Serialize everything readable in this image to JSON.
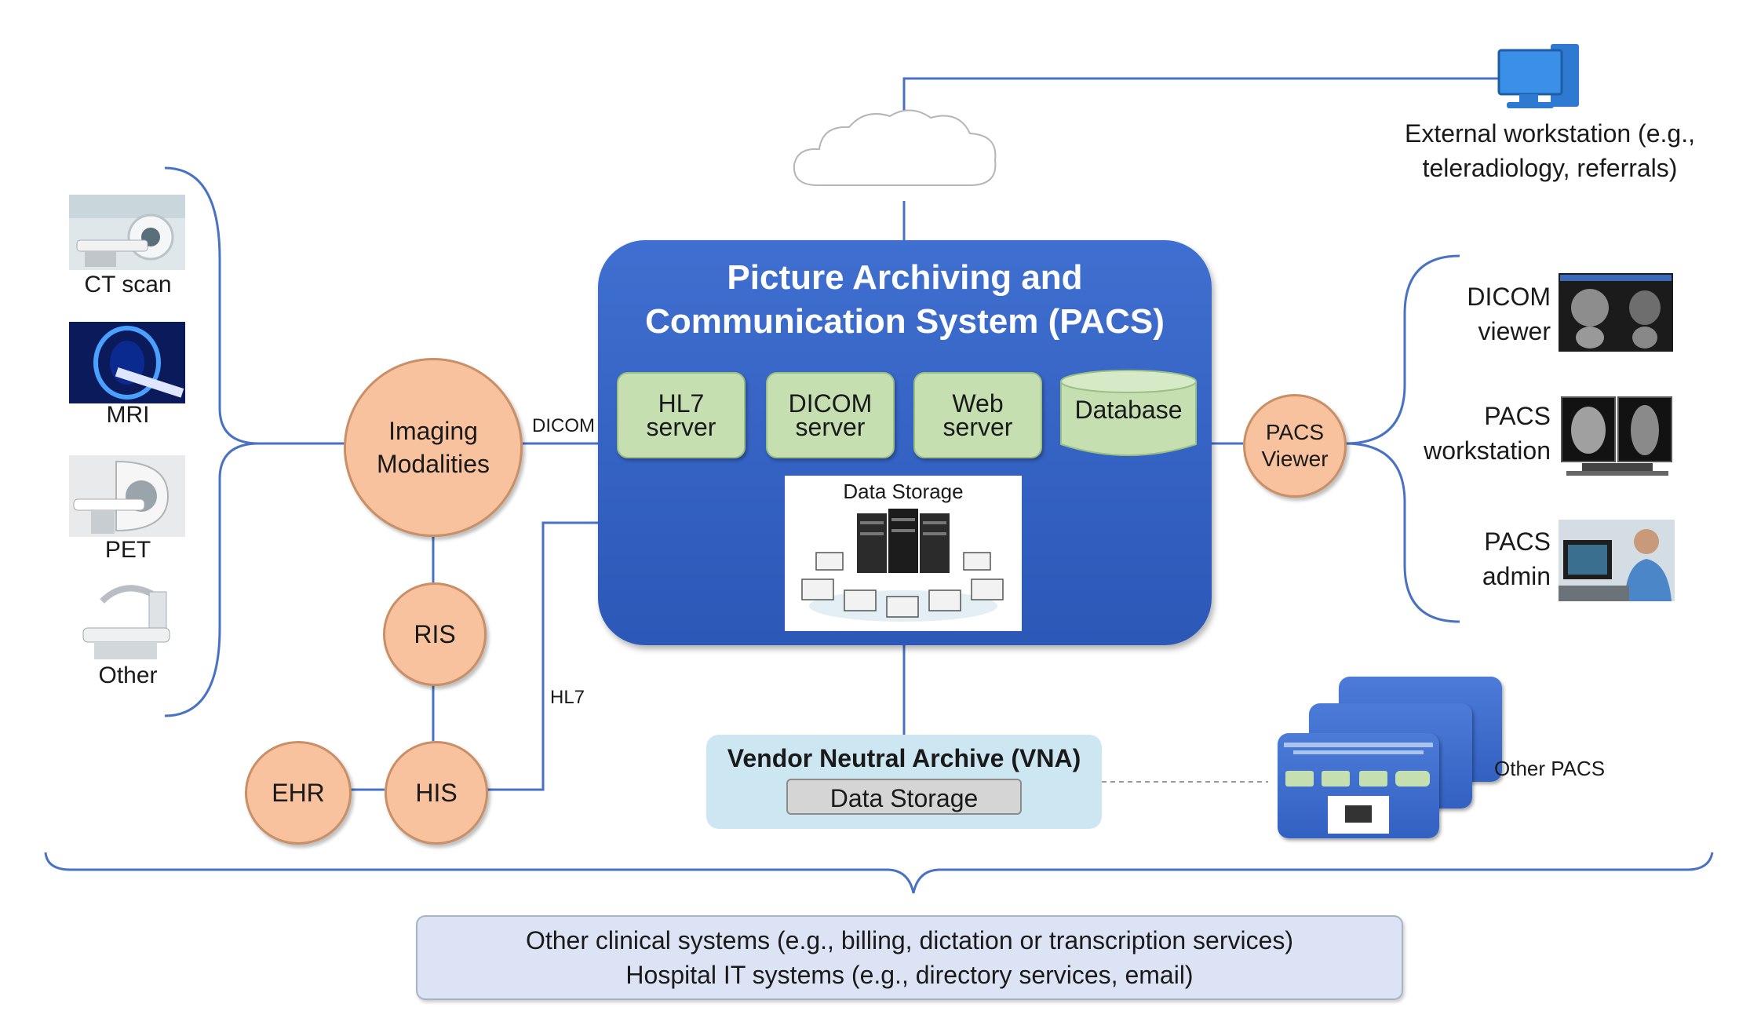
{
  "pacs": {
    "title_line1": "Picture Archiving and",
    "title_line2": "Communication System (PACS)",
    "hl7_server_l1": "HL7",
    "hl7_server_l2": "server",
    "dicom_server_l1": "DICOM",
    "dicom_server_l2": "server",
    "web_server_l1": "Web",
    "web_server_l2": "server",
    "database": "Database",
    "data_storage": "Data Storage"
  },
  "modalities": {
    "ct": "CT scan",
    "mri": "MRI",
    "pet": "PET",
    "other": "Other"
  },
  "nodes": {
    "imaging_l1": "Imaging",
    "imaging_l2": "Modalities",
    "ris": "RIS",
    "his": "HIS",
    "ehr": "EHR",
    "pacs_viewer_l1": "PACS",
    "pacs_viewer_l2": "Viewer"
  },
  "connections": {
    "dicom": "DICOM",
    "hl7": "HL7"
  },
  "external": {
    "line1": "External workstation (e.g.,",
    "line2": "teleradiology, referrals)"
  },
  "viewers": {
    "dicom_l1": "DICOM",
    "dicom_l2": "viewer",
    "workstation_l1": "PACS",
    "workstation_l2": "workstation",
    "admin_l1": "PACS",
    "admin_l2": "admin"
  },
  "vna": {
    "title": "Vendor Neutral Archive (VNA)",
    "storage": "Data Storage"
  },
  "other_pacs": "Other PACS",
  "bottom": {
    "line1": "Other clinical systems (e.g., billing, dictation or transcription services)",
    "line2": "Hospital IT systems (e.g., directory services, email)"
  },
  "colors": {
    "pacs_blue": "#3262c4",
    "node_fill": "#f7c29d",
    "server_green": "#c5dfb1",
    "vna_bg": "#cce6f2",
    "line_blue": "#4a72c4"
  }
}
